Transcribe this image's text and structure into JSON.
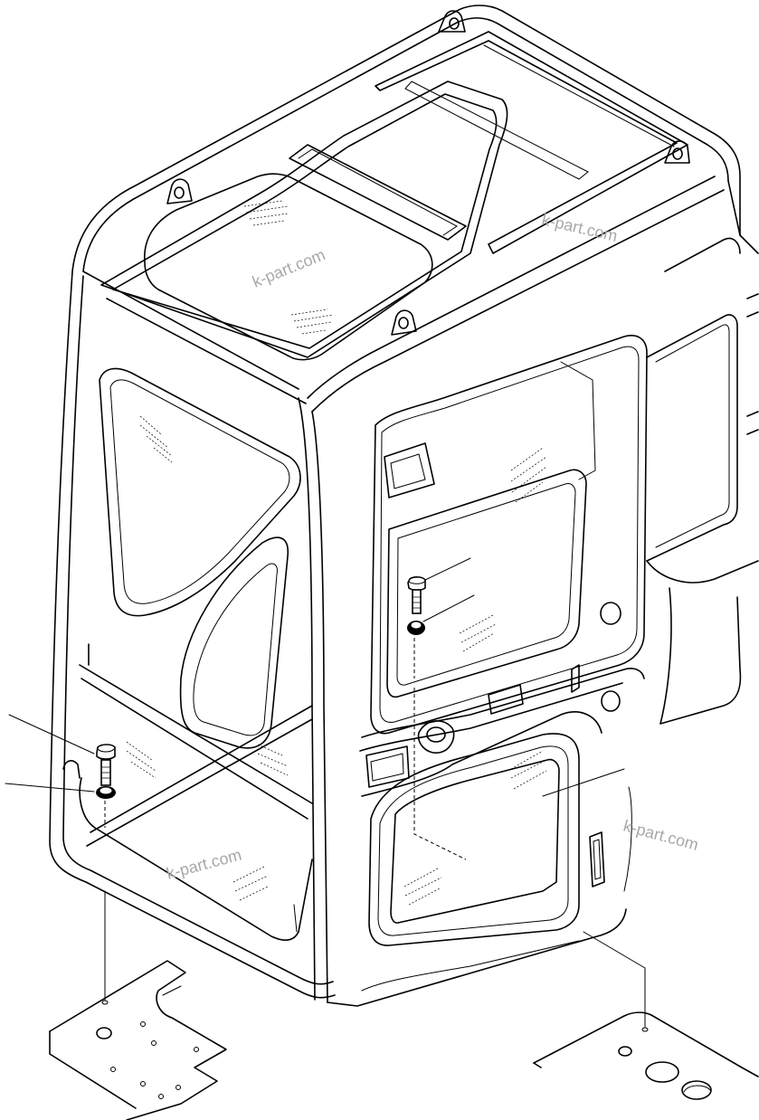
{
  "watermarks": [
    {
      "text": "k-part.com"
    },
    {
      "text": "k-part.com"
    },
    {
      "text": "k-part.com"
    },
    {
      "text": "k-part.com"
    }
  ],
  "parts": [
    {
      "name": "bolt",
      "icon": "hex-bolt-icon"
    },
    {
      "name": "washer",
      "icon": "washer-icon"
    },
    {
      "name": "bolt",
      "icon": "hex-bolt-icon"
    },
    {
      "name": "washer",
      "icon": "washer-icon"
    }
  ]
}
